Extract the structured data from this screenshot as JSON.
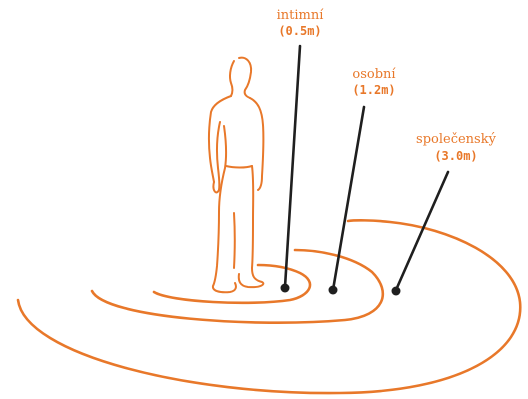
{
  "colors": {
    "accent": "#e8782a",
    "marker": "#1f1f1f",
    "background": "#ffffff"
  },
  "figure": "person-outline",
  "zones": [
    {
      "name": "intimní",
      "distance": "(0.5m)"
    },
    {
      "name": "osobní",
      "distance": "(1.2m)"
    },
    {
      "name": "společenský",
      "distance": "(3.0m)"
    }
  ]
}
